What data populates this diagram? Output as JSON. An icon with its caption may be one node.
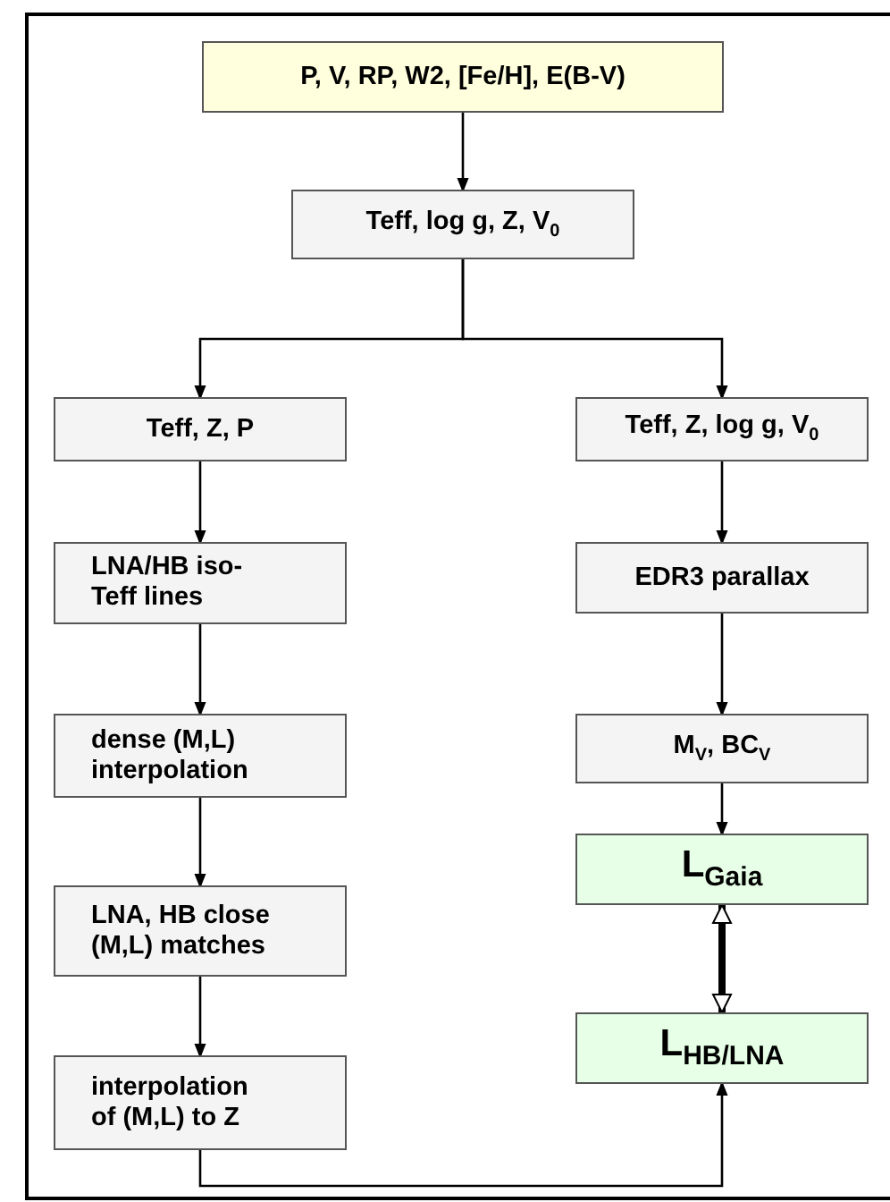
{
  "diagram": {
    "nodes": [
      {
        "text": [
          "P, V, RP, W2, [Fe/H], E(B-V)"
        ]
      },
      {
        "text": [
          "Teff, log g, Z, V$_{0}$"
        ]
      },
      {
        "text": [
          "Teff, Z, P"
        ]
      },
      {
        "text": [
          "Teff, Z, log g, V$_{0}$"
        ]
      },
      {
        "text": [
          "LNA/HB iso-Teff lines"
        ]
      },
      {
        "text": [
          "EDR3 parallax"
        ]
      },
      {
        "text": [
          "dense (M,L) interpolation"
        ]
      },
      {
        "text": [
          "M$_{V}$, BC$_{V}$"
        ]
      },
      {
        "text": [
          "LNA, HB close (M,L) matches"
        ]
      },
      {
        "text": [
          "L$_{Gaia}$"
        ]
      },
      {
        "text": [
          "L$_{HB/LNA}$"
        ]
      },
      {
        "text": [
          "interpolation of (M,L) to Z"
        ]
      }
    ],
    "edges": [
      {
        "from": 0,
        "to": 1,
        "arrow": "to"
      },
      {
        "from": 1,
        "to": 2,
        "arrow": "to"
      },
      {
        "from": 1,
        "to": 3,
        "arrow": "to"
      },
      {
        "from": 2,
        "to": 4,
        "arrow": "to"
      },
      {
        "from": 4,
        "to": 6,
        "arrow": "to"
      },
      {
        "from": 6,
        "to": 8,
        "arrow": "to"
      },
      {
        "from": 8,
        "to": 11,
        "arrow": "to"
      },
      {
        "from": 11,
        "to": 10,
        "arrow": "to"
      },
      {
        "from": 3,
        "to": 5,
        "arrow": "to"
      },
      {
        "from": 5,
        "to": 7,
        "arrow": "to"
      },
      {
        "from": 7,
        "to": 9,
        "arrow": "to"
      },
      {
        "from": 9,
        "to": 10,
        "arrow": "both",
        "style": "thick"
      }
    ]
  }
}
